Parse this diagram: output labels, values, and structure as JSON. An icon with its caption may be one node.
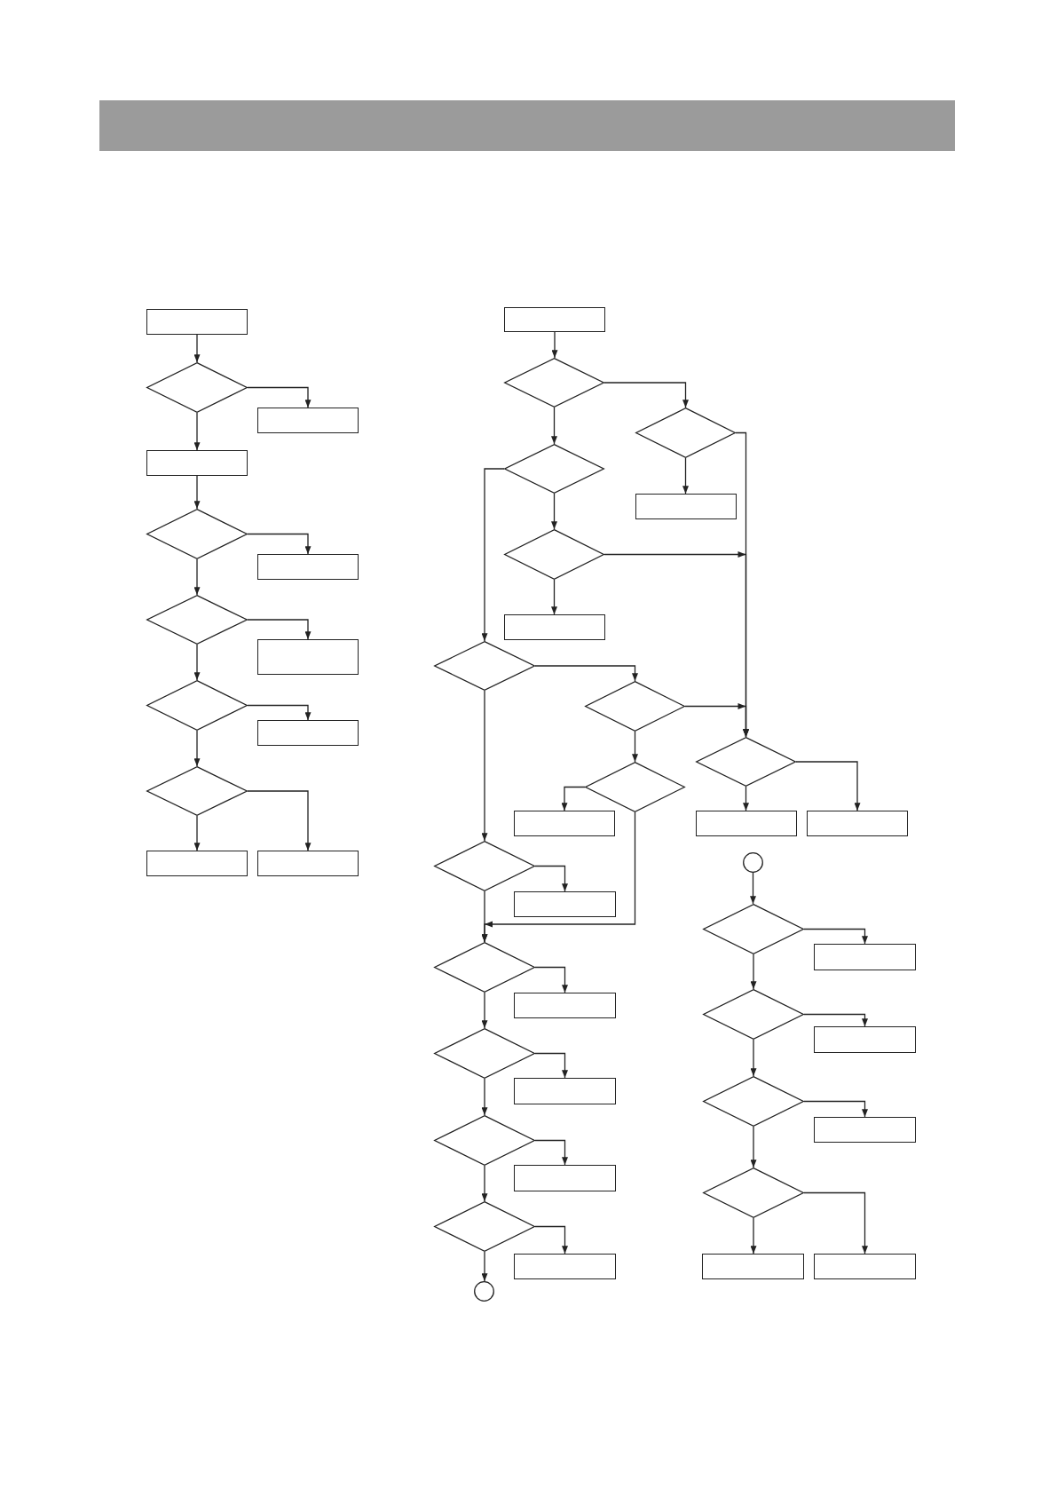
{
  "diagram": {
    "nodes": [
      {
        "text": [],
        "shape": "box"
      },
      {
        "text": [],
        "shape": "diamond"
      },
      {
        "text": [],
        "shape": "box"
      },
      {
        "text": [],
        "shape": "box"
      },
      {
        "text": [],
        "shape": "diamond"
      },
      {
        "text": [],
        "shape": "box"
      },
      {
        "text": [],
        "shape": "diamond"
      },
      {
        "text": [],
        "shape": "box"
      },
      {
        "text": [],
        "shape": "diamond"
      },
      {
        "text": [],
        "shape": "box"
      },
      {
        "text": [],
        "shape": "diamond"
      },
      {
        "text": [],
        "shape": "box"
      },
      {
        "text": [],
        "shape": "box"
      },
      {
        "text": [],
        "shape": "box"
      },
      {
        "text": [],
        "shape": "diamond"
      },
      {
        "text": [],
        "shape": "diamond"
      },
      {
        "text": [],
        "shape": "diamond"
      },
      {
        "text": [],
        "shape": "box"
      },
      {
        "text": [],
        "shape": "diamond"
      },
      {
        "text": [],
        "shape": "box"
      },
      {
        "text": [],
        "shape": "diamond"
      },
      {
        "text": [],
        "shape": "diamond"
      },
      {
        "text": [],
        "shape": "diamond"
      },
      {
        "text": [],
        "shape": "diamond"
      },
      {
        "text": [],
        "shape": "box"
      },
      {
        "text": [],
        "shape": "box"
      },
      {
        "text": [],
        "shape": "box"
      },
      {
        "text": [],
        "shape": "diamond"
      },
      {
        "text": [],
        "shape": "box"
      },
      {
        "text": [],
        "shape": "diamond"
      },
      {
        "text": [],
        "shape": "box"
      },
      {
        "text": [],
        "shape": "diamond"
      },
      {
        "text": [],
        "shape": "box"
      },
      {
        "text": [],
        "shape": "diamond"
      },
      {
        "text": [],
        "shape": "box"
      },
      {
        "text": [],
        "shape": "diamond"
      },
      {
        "text": [],
        "shape": "box"
      },
      {
        "text": [],
        "shape": "circle"
      },
      {
        "text": [],
        "shape": "circle"
      },
      {
        "text": [],
        "shape": "diamond"
      },
      {
        "text": [],
        "shape": "box"
      },
      {
        "text": [],
        "shape": "diamond"
      },
      {
        "text": [],
        "shape": "box"
      },
      {
        "text": [],
        "shape": "diamond"
      },
      {
        "text": [],
        "shape": "box"
      },
      {
        "text": [],
        "shape": "diamond"
      },
      {
        "text": [],
        "shape": "box"
      },
      {
        "text": [],
        "shape": "box"
      }
    ],
    "edges": [
      {
        "from": 0,
        "to": 1,
        "arrow": "to"
      },
      {
        "from": 1,
        "to": 2,
        "arrow": "to"
      },
      {
        "from": 1,
        "to": 3,
        "arrow": "to"
      },
      {
        "from": 3,
        "to": 4,
        "arrow": "to"
      },
      {
        "from": 4,
        "to": 5,
        "arrow": "to"
      },
      {
        "from": 4,
        "to": 6,
        "arrow": "to"
      },
      {
        "from": 6,
        "to": 7,
        "arrow": "to"
      },
      {
        "from": 6,
        "to": 8,
        "arrow": "to"
      },
      {
        "from": 8,
        "to": 9,
        "arrow": "to"
      },
      {
        "from": 8,
        "to": 10,
        "arrow": "to"
      },
      {
        "from": 10,
        "to": 11,
        "arrow": "to"
      },
      {
        "from": 10,
        "to": 12,
        "arrow": "to"
      },
      {
        "from": 13,
        "to": 14,
        "arrow": "to"
      },
      {
        "from": 14,
        "to": 15,
        "arrow": "to"
      },
      {
        "from": 14,
        "to": 16,
        "arrow": "to"
      },
      {
        "from": 15,
        "to": 17,
        "arrow": "to"
      },
      {
        "from": 15,
        "to": 22,
        "arrow": "to"
      },
      {
        "from": 16,
        "to": 18,
        "arrow": "to"
      },
      {
        "from": 16,
        "to": 20,
        "arrow": "to"
      },
      {
        "from": 18,
        "to": 19,
        "arrow": "to"
      },
      {
        "from": 18,
        "to": 22,
        "arrow": "to"
      },
      {
        "from": 20,
        "to": 21,
        "arrow": "to"
      },
      {
        "from": 21,
        "to": 22,
        "arrow": "to"
      },
      {
        "from": 21,
        "to": 23,
        "arrow": "to"
      },
      {
        "from": 23,
        "to": 24,
        "arrow": "to"
      },
      {
        "from": 22,
        "to": 25,
        "arrow": "to"
      },
      {
        "from": 22,
        "to": 26,
        "arrow": "to"
      },
      {
        "from": 20,
        "to": 27,
        "arrow": "to"
      },
      {
        "from": 23,
        "to": 29,
        "arrow": "to"
      },
      {
        "from": 27,
        "to": 28,
        "arrow": "to"
      },
      {
        "from": 27,
        "to": 29,
        "arrow": "to"
      },
      {
        "from": 29,
        "to": 30,
        "arrow": "to"
      },
      {
        "from": 29,
        "to": 31,
        "arrow": "to"
      },
      {
        "from": 31,
        "to": 32,
        "arrow": "to"
      },
      {
        "from": 31,
        "to": 33,
        "arrow": "to"
      },
      {
        "from": 33,
        "to": 34,
        "arrow": "to"
      },
      {
        "from": 33,
        "to": 35,
        "arrow": "to"
      },
      {
        "from": 35,
        "to": 36,
        "arrow": "to"
      },
      {
        "from": 35,
        "to": 37,
        "arrow": "to"
      },
      {
        "from": 38,
        "to": 39,
        "arrow": "to"
      },
      {
        "from": 39,
        "to": 40,
        "arrow": "to"
      },
      {
        "from": 39,
        "to": 41,
        "arrow": "to"
      },
      {
        "from": 41,
        "to": 42,
        "arrow": "to"
      },
      {
        "from": 41,
        "to": 43,
        "arrow": "to"
      },
      {
        "from": 43,
        "to": 44,
        "arrow": "to"
      },
      {
        "from": 43,
        "to": 45,
        "arrow": "to"
      },
      {
        "from": 45,
        "to": 46,
        "arrow": "to"
      },
      {
        "from": 45,
        "to": 47,
        "arrow": "to"
      }
    ]
  }
}
